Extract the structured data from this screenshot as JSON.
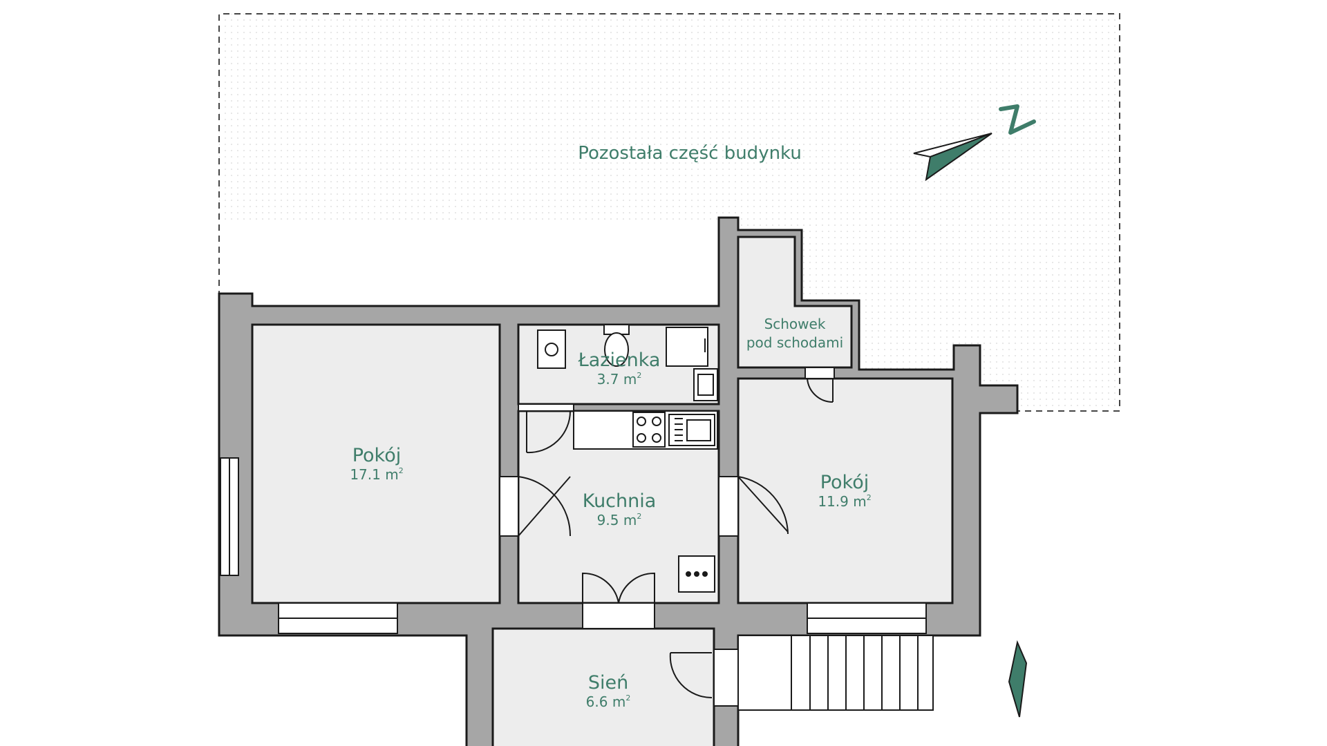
{
  "annex_label": "Pozostała część budynku",
  "area_unit": "m",
  "area_unit_exponent": "2",
  "rooms": [
    {
      "name": "Pokój",
      "area": "17.1"
    },
    {
      "name": "Łazienka",
      "area": "3.7"
    },
    {
      "name": "Kuchnia",
      "area": "9.5"
    },
    {
      "name": "Pokój",
      "area": "11.9"
    },
    {
      "name": "Sień",
      "area": "6.6"
    }
  ],
  "storage": {
    "line1": "Schowek",
    "line2": "pod schodami"
  },
  "compass": {
    "letter": "N",
    "icon": "north-arrow-icon"
  },
  "colors": {
    "accent": "#3f7d6a",
    "wall": "#a6a6a6",
    "room_fill": "#ededed",
    "outline": "#1a1a1a"
  }
}
